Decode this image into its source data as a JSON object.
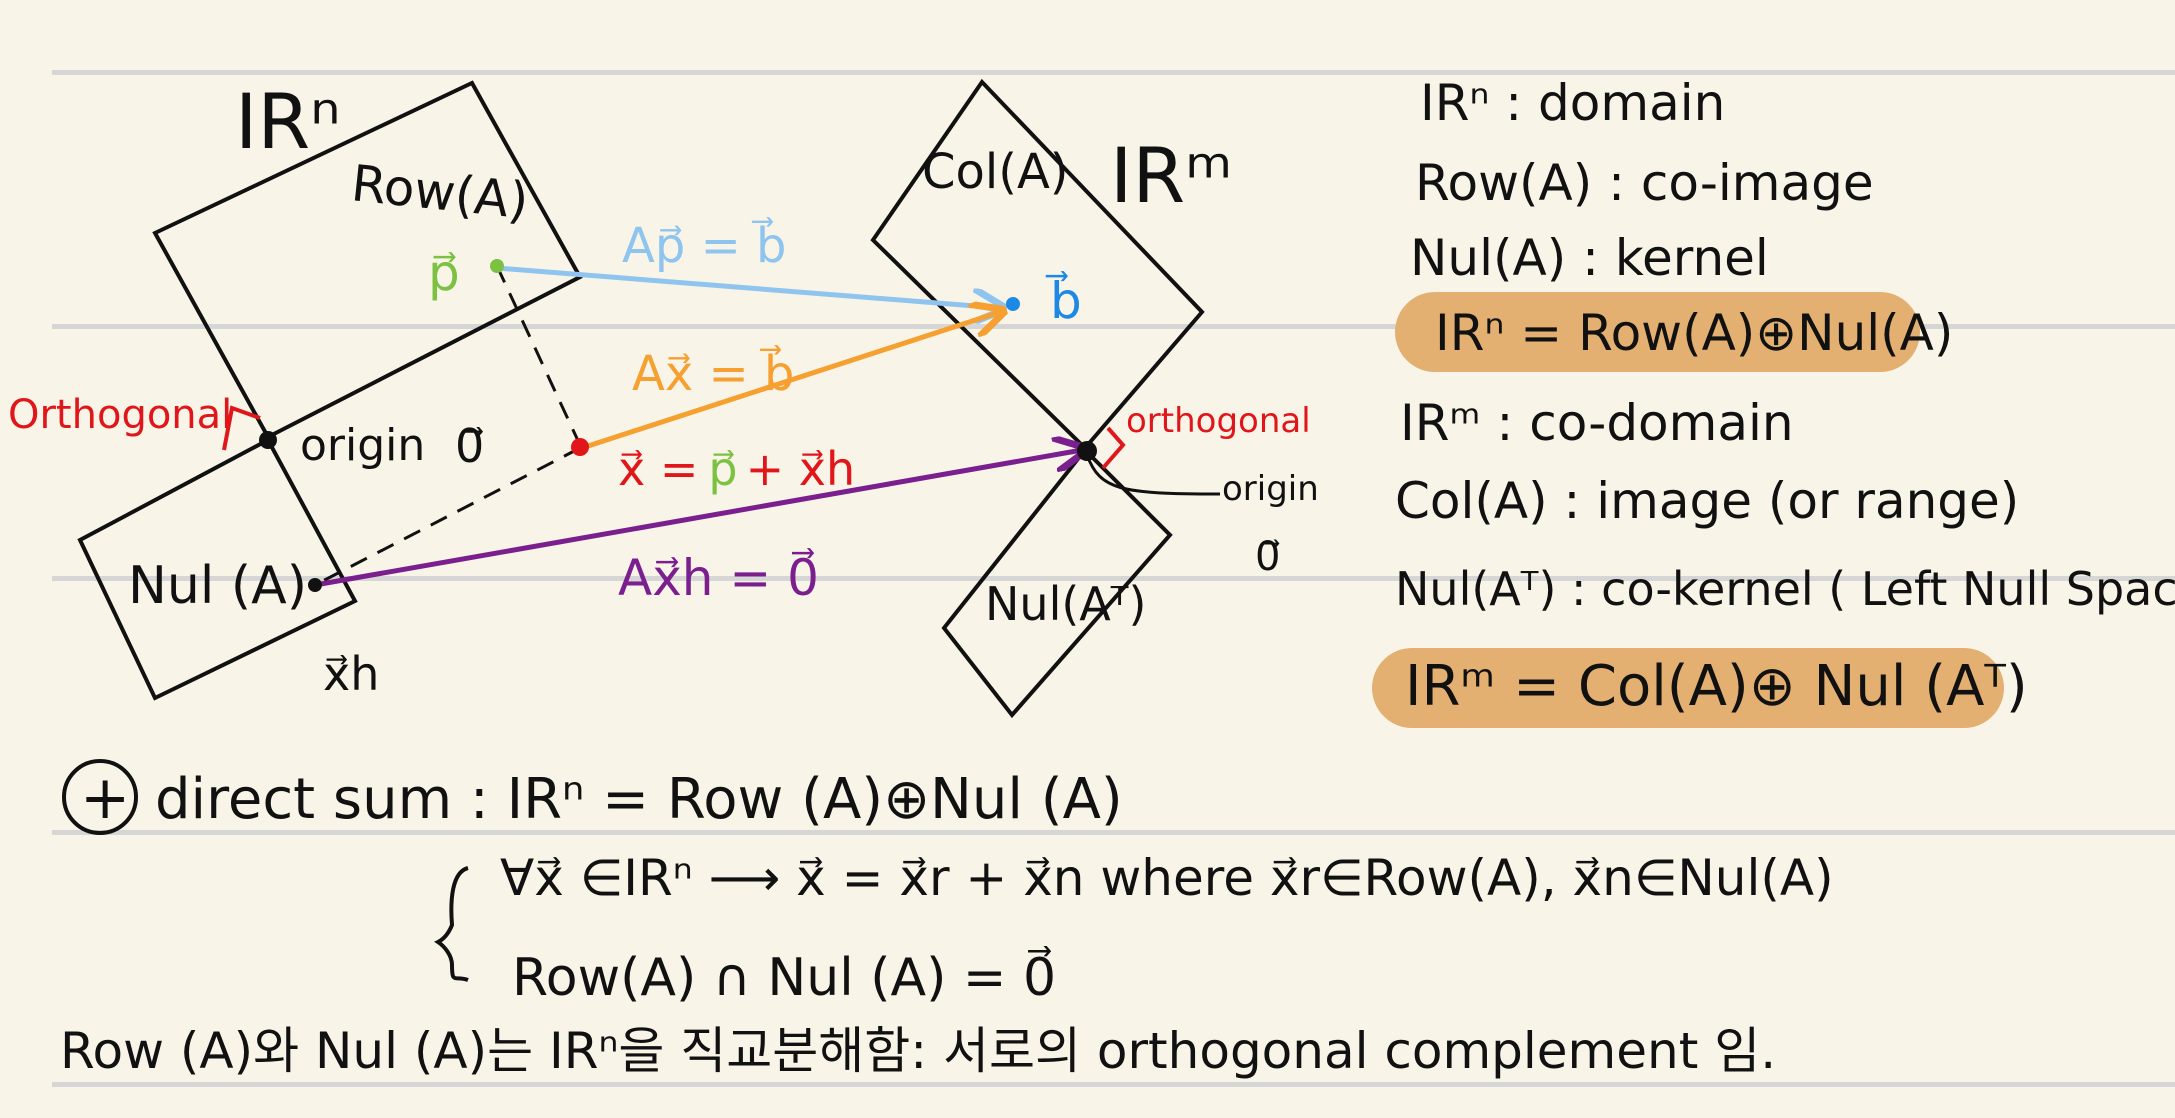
{
  "diagram": {
    "domain_space": "IRⁿ",
    "codomain_space": "IRᵐ",
    "row_space": "Row(A)",
    "null_space": "Nul (A)",
    "col_space": "Col(A)",
    "left_null_space": "Nul(Aᵀ)",
    "orthogonal_left": "Orthogonal",
    "orthogonal_right": "orthogonal",
    "origin_left_text": "origin",
    "origin_left_vec": "0⃗",
    "origin_right_text": "origin",
    "origin_right_vec": "0⃗",
    "p_label": "p⃗",
    "b_label": "b⃗",
    "xh_label": "x⃗h",
    "eq_ap": "Ap⃗ = b⃗",
    "eq_ax": "Ax⃗ = b⃗",
    "eq_x_red1": "x⃗ =",
    "eq_x_green": "p⃗",
    "eq_x_red2": "+ x⃗h",
    "eq_axh": "Ax⃗h = 0⃗"
  },
  "notes": {
    "lines": [
      "IRⁿ : domain",
      "Row(A) : co-image",
      "Nul(A) : kernel",
      "IRⁿ = Row(A)⊕Nul(A)",
      "IRᵐ : co-domain",
      "Col(A) : image (or range)",
      "Nul(Aᵀ) : co-kernel ( Left Null Space)",
      "IRᵐ = Col(A)⊕ Nul (Aᵀ)"
    ]
  },
  "bottom": {
    "direct_sum_symbol": "+",
    "direct_sum_line": "direct sum  :  IRⁿ = Row (A)⊕Nul (A)",
    "cond1": "∀x⃗ ∈IRⁿ ⟶ x⃗ = x⃗r + x⃗n   where  x⃗r∈Row(A), x⃗n∈Nul(A)",
    "cond2": "Row(A) ∩ Nul (A) = 0⃗",
    "korean": "Row (A)와 Nul (A)는 IRⁿ을 직교분해함: 서로의 orthogonal complement 임."
  },
  "colors": {
    "black": "#111111",
    "red": "#e0161b",
    "green": "#7cc142",
    "light_blue": "#8fc4ef",
    "blue": "#1e88e5",
    "orange": "#f5a030",
    "purple": "#7b1f8e",
    "highlight": "#e3b072",
    "background": "#f8f5e8",
    "rule": "#d6d6d6"
  }
}
